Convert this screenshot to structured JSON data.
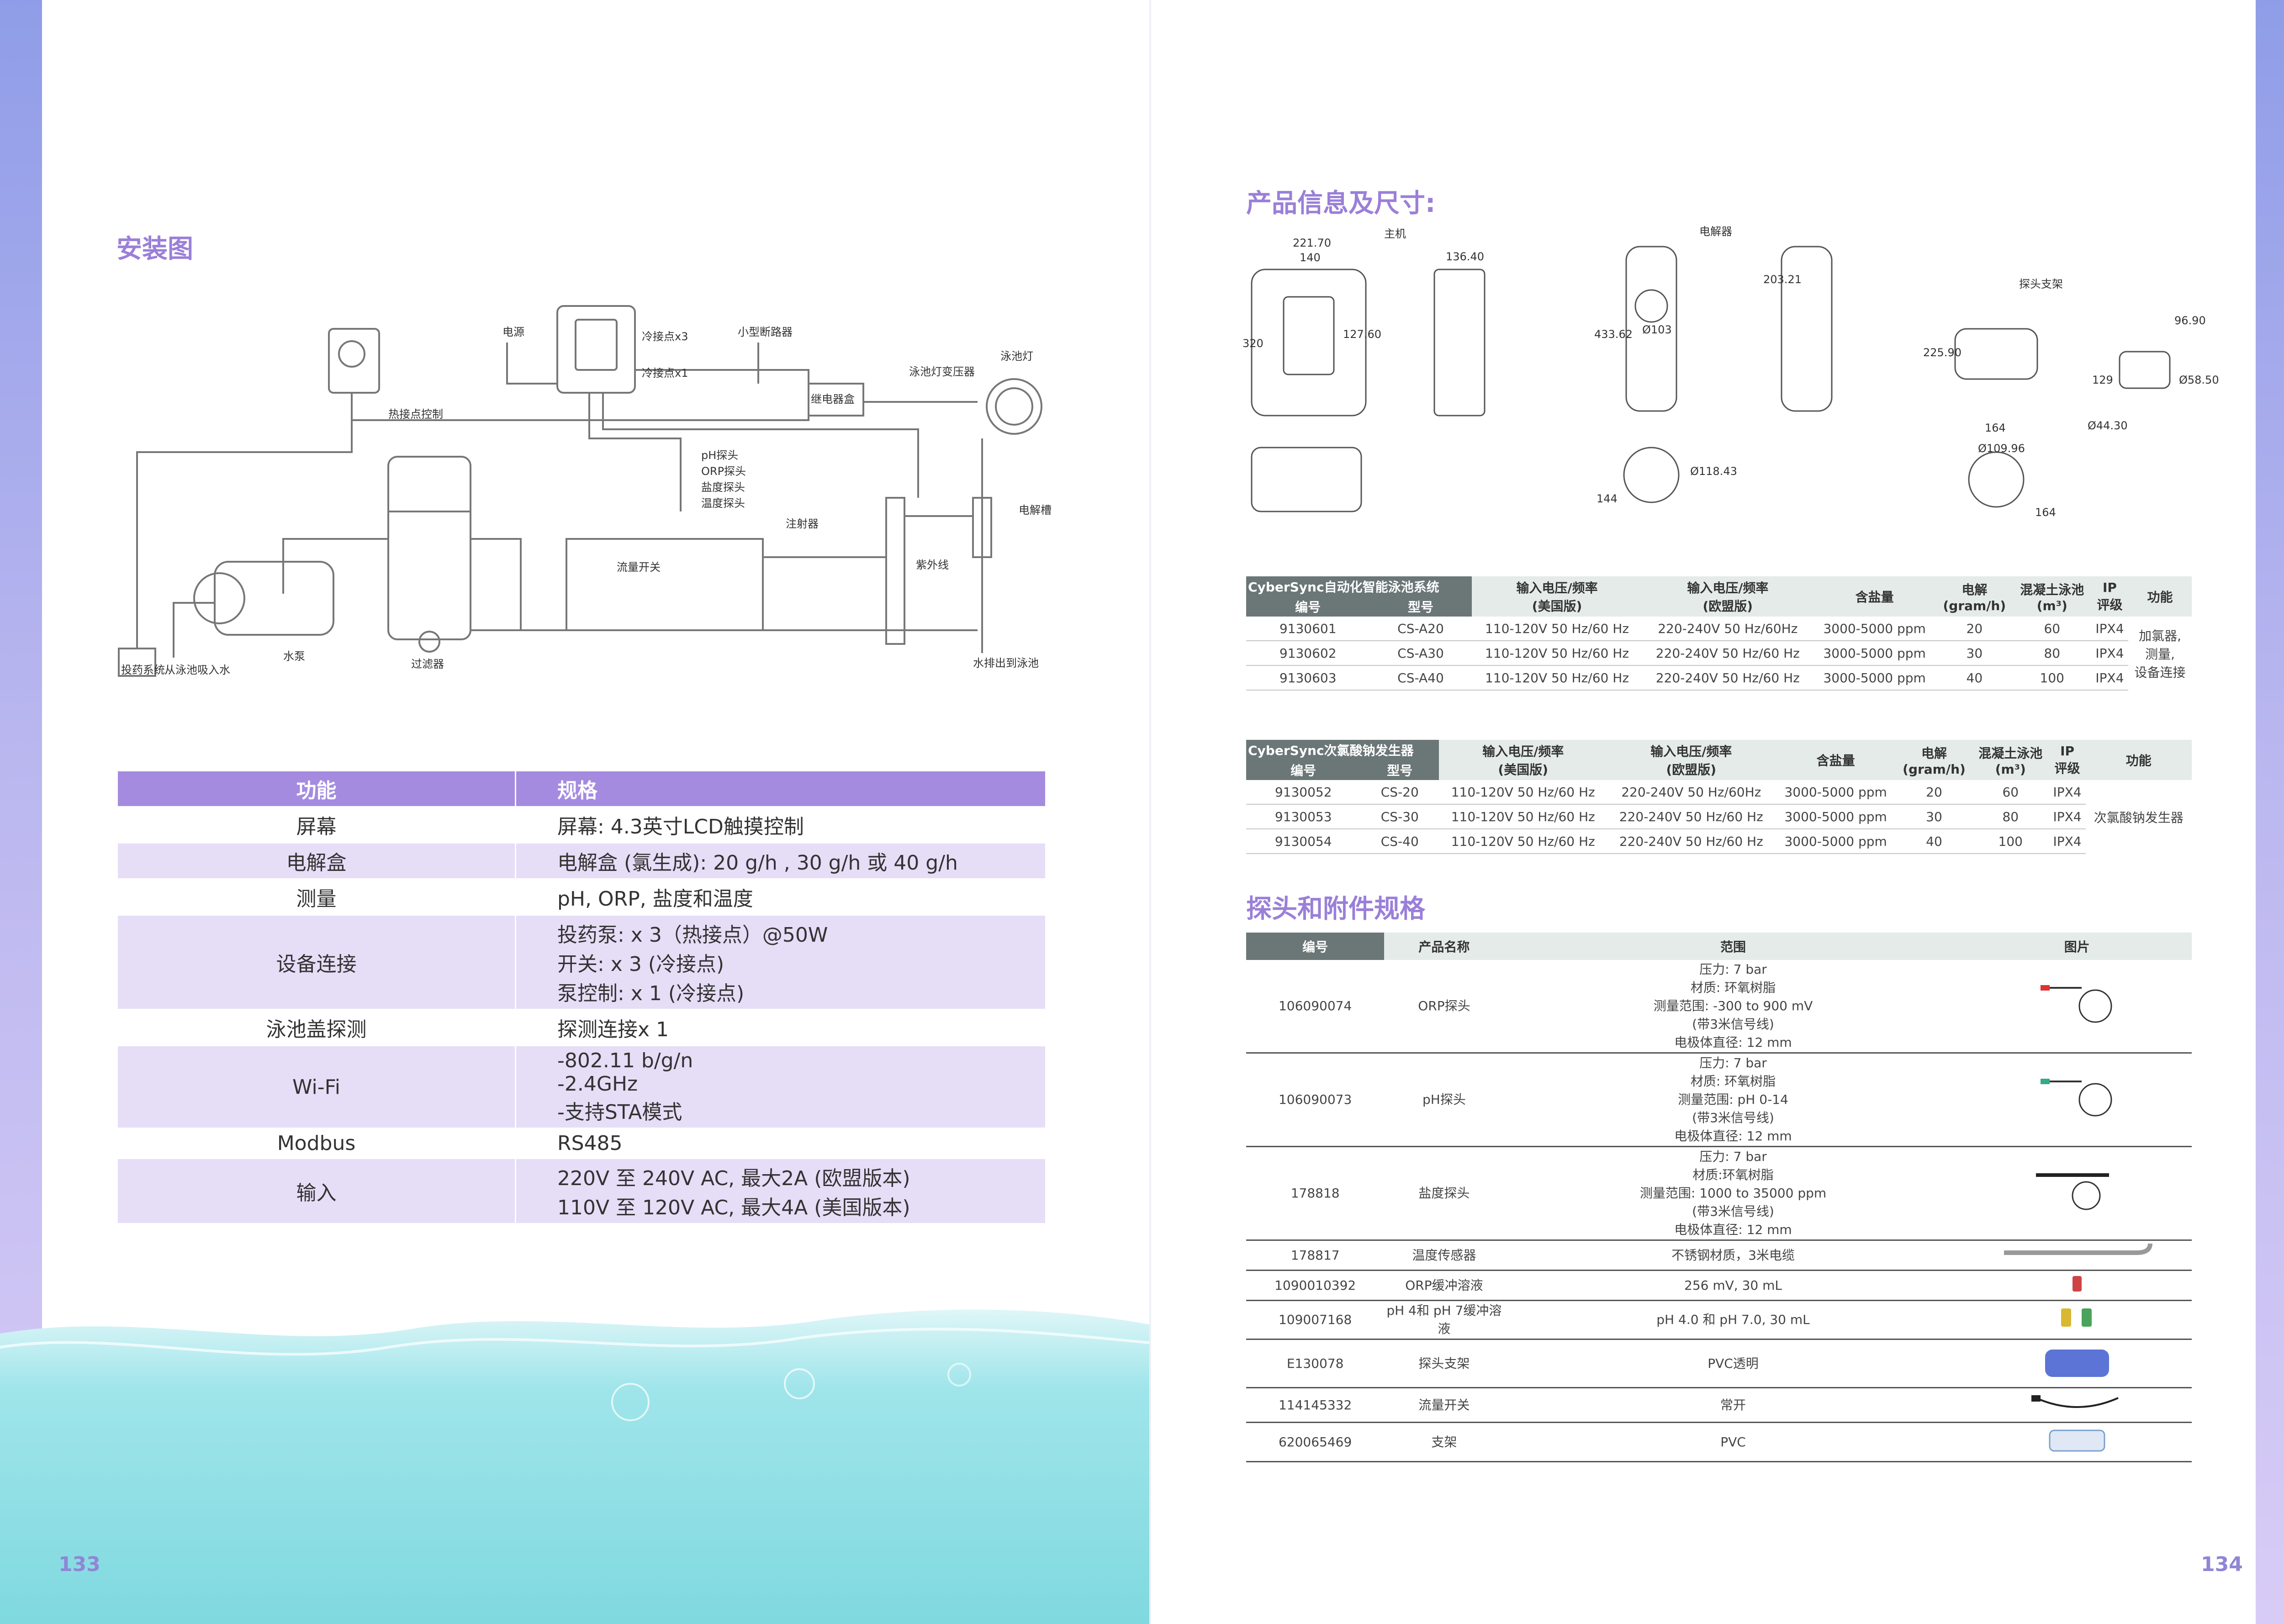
{
  "left_page": {
    "title": "安装图",
    "page_number": "133",
    "diagram_labels": {
      "power": "电源",
      "cold_x3": "冷接点x3",
      "cold_x1": "冷接点x1",
      "breaker": "小型断路器",
      "relay": "继电器盒",
      "transformer": "泳池灯变压器",
      "pool_light": "泳池灯",
      "hot_control": "热接点控制",
      "ph_probe": "pH探头",
      "orp_probe": "ORP探头",
      "salt_probe": "盐度探头",
      "temp_probe": "温度探头",
      "injector": "注射器",
      "electrolytic": "电解槽",
      "flow_switch": "流量开关",
      "uv": "紫外线",
      "dosing": "投药系统",
      "from_pool": "从泳池吸入水",
      "pump": "水泵",
      "filter": "过滤器",
      "to_pool": "水排出到泳池"
    },
    "spec_table": {
      "headers": [
        "功能",
        "规格"
      ],
      "rows": [
        {
          "feature": "屏幕",
          "spec": [
            "屏幕: 4.3英寸LCD触摸控制"
          ]
        },
        {
          "feature": "电解盒",
          "spec": [
            "电解盒 (氯生成): 20 g/h , 30 g/h 或 40 g/h"
          ]
        },
        {
          "feature": "测量",
          "spec": [
            "pH, ORP, 盐度和温度"
          ]
        },
        {
          "feature": "设备连接",
          "spec": [
            "投药泵: x 3（热接点）@50W",
            "开关: x 3 (冷接点)",
            "泵控制: x 1 (冷接点)"
          ]
        },
        {
          "feature": "泳池盖探测",
          "spec": [
            "探测连接x 1"
          ]
        },
        {
          "feature": "Wi-Fi",
          "spec": [
            "-802.11 b/g/n",
            "-2.4GHz",
            "-支持STA模式"
          ]
        },
        {
          "feature": "Modbus",
          "spec": [
            "RS485"
          ]
        },
        {
          "feature": "输入",
          "spec": [
            "220V 至 240V AC, 最大2A (欧盟版本)",
            "110V 至 120V AC, 最大4A (美国版本)"
          ]
        }
      ]
    }
  },
  "right_page": {
    "title": "产品信息及尺寸:",
    "page_number": "134",
    "dimension_labels": {
      "host": "主机",
      "cell": "电解器",
      "probe_holder": "探头支架",
      "host_w1": "221.70",
      "host_w2": "140",
      "host_h": "320",
      "host_inner": "127.60",
      "host_depth": "136.40",
      "cell_h": "433.62",
      "cell_d": "Ø103",
      "cell_w": "203.21",
      "cell_top_d": "Ø118.43",
      "cell_bottom": "144",
      "ph_h": "225.90",
      "ph_w": "164",
      "ph_d": "Ø109.96",
      "ph_w2": "164",
      "ph_side_h": "96.90",
      "ph_side_129": "129",
      "ph_side_d": "Ø58.50",
      "ph_side_d2": "Ø44.30"
    },
    "table1": {
      "group": "CyberSync自动化智能泳池系统",
      "sub_headers": [
        "编号",
        "型号"
      ],
      "headers": [
        "输入电压/频率\n(美国版)",
        "输入电压/频率\n(欧盟版)",
        "含盐量",
        "电解\n(gram/h)",
        "混凝土泳池\n(m³)",
        "IP\n评级",
        "功能"
      ],
      "rows": [
        [
          "9130601",
          "CS-A20",
          "110-120V 50 Hz/60 Hz",
          "220-240V 50 Hz/60Hz",
          "3000-5000 ppm",
          "20",
          "60",
          "IPX4"
        ],
        [
          "9130602",
          "CS-A30",
          "110-120V 50 Hz/60 Hz",
          "220-240V 50 Hz/60 Hz",
          "3000-5000 ppm",
          "30",
          "80",
          "IPX4"
        ],
        [
          "9130603",
          "CS-A40",
          "110-120V 50 Hz/60 Hz",
          "220-240V 50 Hz/60 Hz",
          "3000-5000 ppm",
          "40",
          "100",
          "IPX4"
        ]
      ],
      "function": "加氯器,\n测量,\n设备连接"
    },
    "table2": {
      "group": "CyberSync次氯酸钠发生器",
      "sub_headers": [
        "编号",
        "型号"
      ],
      "headers": [
        "输入电压/频率\n(美国版)",
        "输入电压/频率\n(欧盟版)",
        "含盐量",
        "电解\n(gram/h)",
        "混凝土泳池\n(m³)",
        "IP\n评级",
        "功能"
      ],
      "rows": [
        [
          "9130052",
          "CS-20",
          "110-120V 50 Hz/60 Hz",
          "220-240V 50 Hz/60Hz",
          "3000-5000 ppm",
          "20",
          "60",
          "IPX4"
        ],
        [
          "9130053",
          "CS-30",
          "110-120V 50 Hz/60 Hz",
          "220-240V 50 Hz/60 Hz",
          "3000-5000 ppm",
          "30",
          "80",
          "IPX4"
        ],
        [
          "9130054",
          "CS-40",
          "110-120V 50 Hz/60 Hz",
          "220-240V 50 Hz/60 Hz",
          "3000-5000 ppm",
          "40",
          "100",
          "IPX4"
        ]
      ],
      "function": "次氯酸钠发生器"
    },
    "accessory_title": "探头和附件规格",
    "accessory_table": {
      "headers": [
        "编号",
        "产品名称",
        "范围",
        "图片"
      ],
      "rows": [
        {
          "code": "106090074",
          "name": "ORP探头",
          "range": [
            "压力: 7 bar",
            "材质: 环氧树脂",
            "测量范围: -300 to 900 mV",
            "(带3米信号线)",
            "电极体直径: 12 mm"
          ],
          "image": "orp-probe-image"
        },
        {
          "code": "106090073",
          "name": "pH探头",
          "range": [
            "压力: 7 bar",
            "材质: 环氧树脂",
            "测量范围: pH 0-14",
            "(带3米信号线)",
            "电极体直径: 12 mm"
          ],
          "image": "ph-probe-image"
        },
        {
          "code": "178818",
          "name": "盐度探头",
          "range": [
            "压力: 7 bar",
            "材质:环氧树脂",
            "测量范围: 1000 to 35000 ppm",
            "(带3米信号线)",
            "电极体直径: 12 mm"
          ],
          "image": "salt-probe-image"
        },
        {
          "code": "178817",
          "name": "温度传感器",
          "range": [
            "不锈钢材质，3米电缆"
          ],
          "image": "temp-sensor-image"
        },
        {
          "code": "1090010392",
          "name": "ORP缓冲溶液",
          "range": [
            "256 mV, 30 mL"
          ],
          "image": "orp-buffer-image"
        },
        {
          "code": "109007168",
          "name": "pH 4和 pH 7缓冲溶液",
          "range": [
            "pH 4.0 和 pH 7.0, 30 mL"
          ],
          "image": "ph-buffer-image"
        },
        {
          "code": "E130078",
          "name": "探头支架",
          "range": [
            "PVC透明"
          ],
          "image": "probe-holder-image"
        },
        {
          "code": "114145332",
          "name": "流量开关",
          "range": [
            "常开"
          ],
          "image": "flow-switch-image"
        },
        {
          "code": "620065469",
          "name": "支架",
          "range": [
            "PVC"
          ],
          "image": "bracket-image"
        }
      ]
    }
  },
  "colors": {
    "heading": "#9a7fd8",
    "table_header": "#a58be0",
    "table_alt": "#e6ddf7",
    "dark_header": "#6b7677",
    "light_header": "#e4ebe9",
    "water": "#8fe0e6"
  }
}
